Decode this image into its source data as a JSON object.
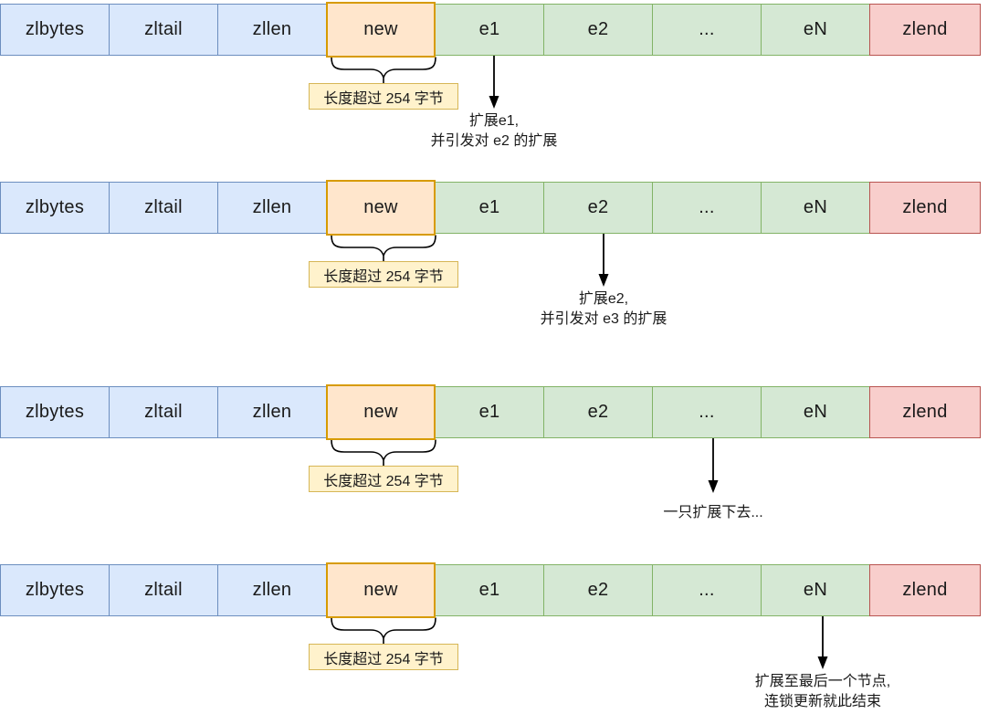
{
  "palette": {
    "header_fill": "#dae8fc",
    "header_border": "#6c8ebf",
    "new_fill": "#ffe6cc",
    "new_border": "#d79b00",
    "entry_fill": "#d5e8d4",
    "entry_border": "#82b366",
    "end_fill": "#f8cecc",
    "end_border": "#b85450",
    "note_fill": "#fff2cc",
    "note_border": "#d6b656",
    "line_color": "#000000",
    "text_color": "#1a1a1a"
  },
  "cells": [
    {
      "label": "zlbytes",
      "type": "header"
    },
    {
      "label": "zltail",
      "type": "header"
    },
    {
      "label": "zllen",
      "type": "header"
    },
    {
      "label": "new",
      "type": "new"
    },
    {
      "label": "e1",
      "type": "entry"
    },
    {
      "label": "e2",
      "type": "entry"
    },
    {
      "label": "...",
      "type": "entry"
    },
    {
      "label": "eN",
      "type": "entry"
    },
    {
      "label": "zlend",
      "type": "end"
    }
  ],
  "rows": [
    {
      "brace_label": "长度超过 254 字节",
      "arrow_target": "e1",
      "annotation": [
        "扩展e1,",
        "并引发对 e2 的扩展"
      ]
    },
    {
      "brace_label": "长度超过 254 字节",
      "arrow_target": "e2",
      "annotation": [
        "扩展e2,",
        "并引发对 e3 的扩展"
      ]
    },
    {
      "brace_label": "长度超过 254 字节",
      "arrow_target": "...",
      "annotation": [
        "一只扩展下去..."
      ]
    },
    {
      "brace_label": "长度超过 254 字节",
      "arrow_target": "eN",
      "annotation": [
        "扩展至最后一个节点,",
        "连锁更新就此结束"
      ]
    }
  ]
}
